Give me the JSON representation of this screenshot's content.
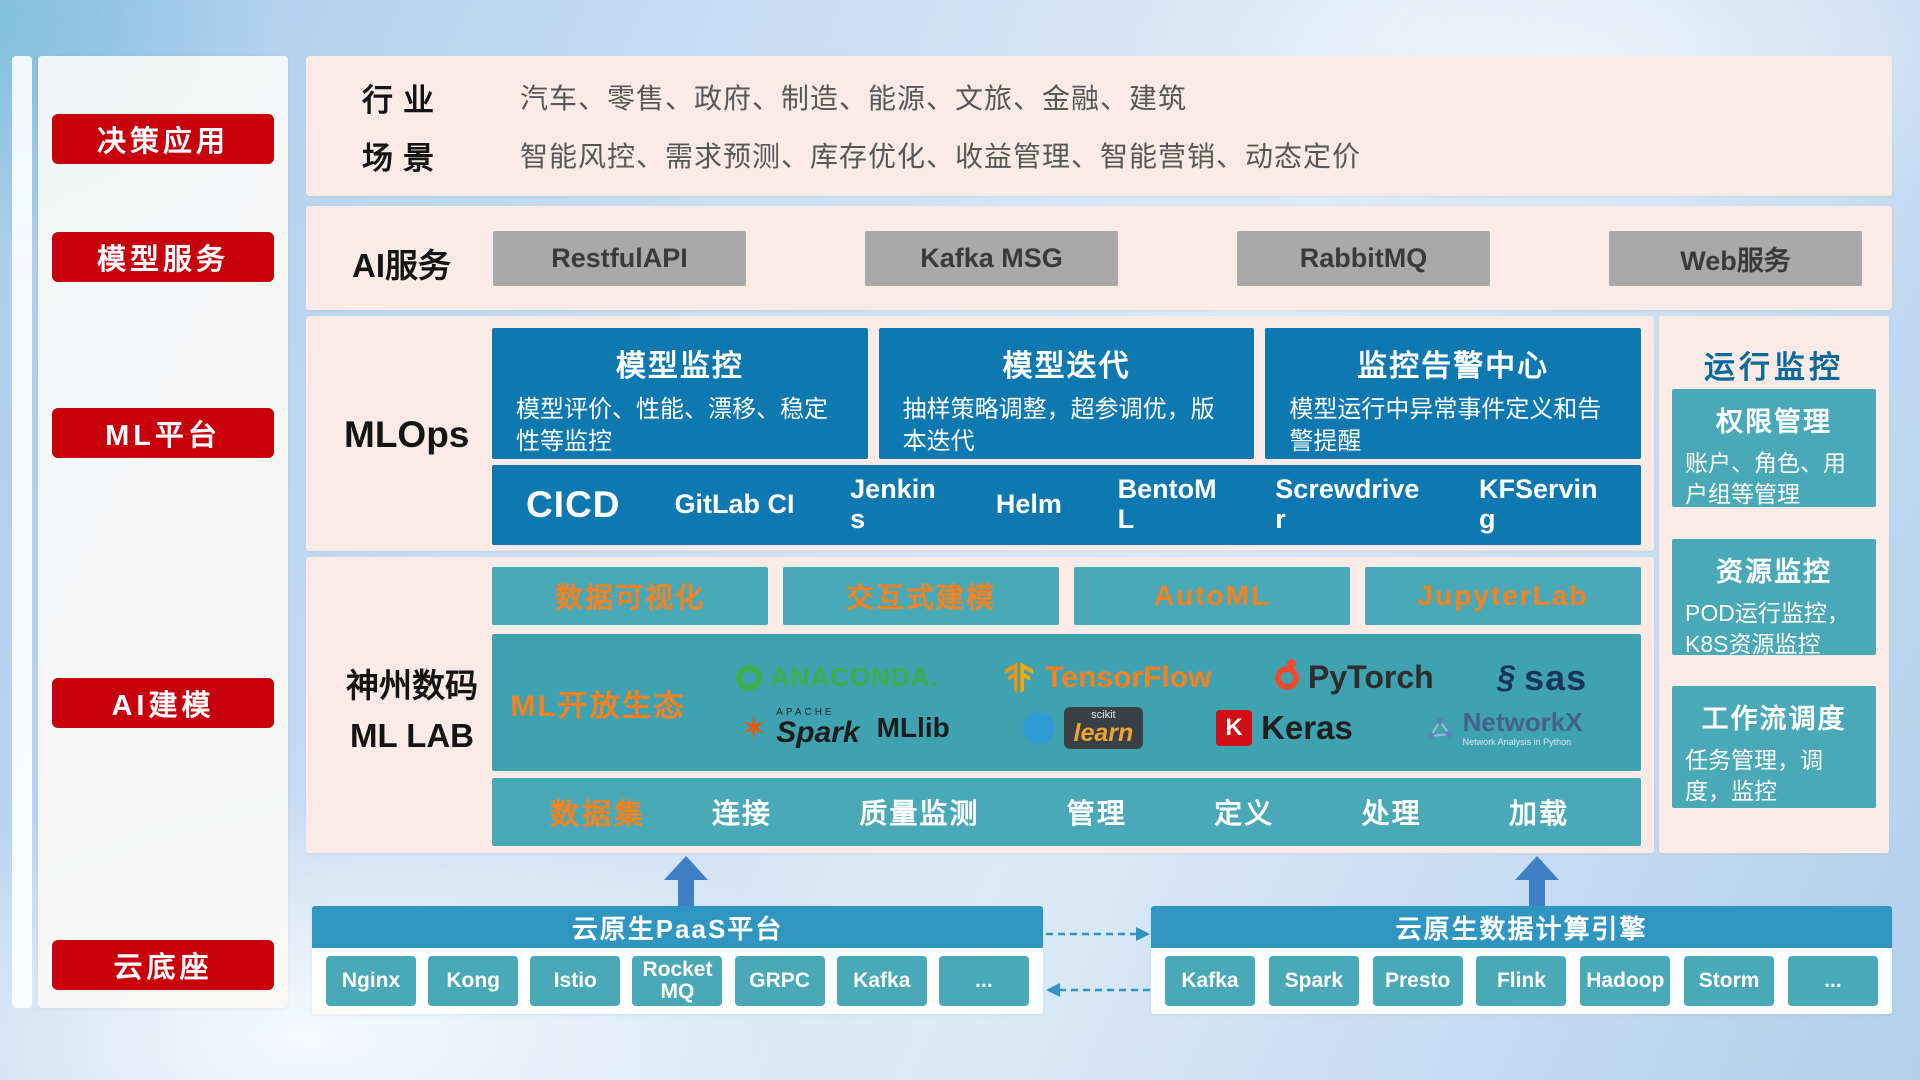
{
  "sidebar": {
    "items": [
      "决策应用",
      "模型服务",
      "ML平台",
      "AI建模",
      "云底座"
    ]
  },
  "industry": {
    "row1_label": "行业",
    "row1_text": "汽车、零售、政府、制造、能源、文旅、金融、建筑",
    "row2_label": "场景",
    "row2_text": "智能风控、需求预测、库存优化、收益管理、智能营销、动态定价"
  },
  "ai_service": {
    "label": "AI服务",
    "buttons": [
      "RestfulAPI",
      "Kafka MSG",
      "RabbitMQ",
      "Web服务"
    ]
  },
  "mlops": {
    "label": "MLOps",
    "cards": [
      {
        "title": "模型监控",
        "desc": "模型评价、性能、漂移、稳定性等监控"
      },
      {
        "title": "模型迭代",
        "desc": "抽样策略调整，超参调优，版本迭代"
      },
      {
        "title": "监控告警中心",
        "desc": "模型运行中异常事件定义和告警提醒"
      }
    ],
    "cicd_label": "CICD",
    "cicd_items": [
      "GitLab CI",
      "Jenkins",
      "Helm",
      "BentoML",
      "Screwdriver",
      "KFServing"
    ]
  },
  "monitor": {
    "title": "运行监控",
    "cards": [
      {
        "title": "权限管理",
        "desc": "账户、角色、用户组等管理"
      },
      {
        "title": "资源监控",
        "desc": "POD运行监控，K8S资源监控"
      },
      {
        "title": "工作流调度",
        "desc": "任务管理，调度，监控"
      }
    ]
  },
  "mllab": {
    "label_line1": "神州数码",
    "label_line2": "ML LAB",
    "tools": [
      "数据可视化",
      "交互式建模",
      "AutoML",
      "JupyterLab"
    ],
    "ecosystem_label": "ML开放生态",
    "logos": {
      "anaconda": "ANACONDA.",
      "tensorflow": "TensorFlow",
      "pytorch": "PyTorch",
      "sas": "sas",
      "spark_prefix": "APACHE",
      "spark": "Spark",
      "mllib": "MLlib",
      "scikit_small": "scikit",
      "scikit_main": "learn",
      "keras_letter": "K",
      "keras": "Keras",
      "networkx": "NetworkX",
      "networkx_sub": "Network Analysis in Python"
    },
    "dataset_label": "数据集",
    "dataset_items": [
      "连接",
      "质量监测",
      "管理",
      "定义",
      "处理",
      "加载"
    ]
  },
  "cloud": {
    "paas_title": "云原生PaaS平台",
    "paas_items": [
      "Nginx",
      "Kong",
      "Istio",
      "RocketMQ",
      "GRPC",
      "Kafka",
      "..."
    ],
    "engine_title": "云原生数据计算引擎",
    "engine_items": [
      "Kafka",
      "Spark",
      "Presto",
      "Flink",
      "Hadoop",
      "Storm",
      "..."
    ]
  },
  "colors": {
    "accent_red": "#c7000b",
    "panel_pink": "#fbebe7",
    "card_blue": "#0e78b0",
    "teal": "#49a9b7",
    "header_blue": "#2e96c1",
    "orange": "#f5821f"
  }
}
